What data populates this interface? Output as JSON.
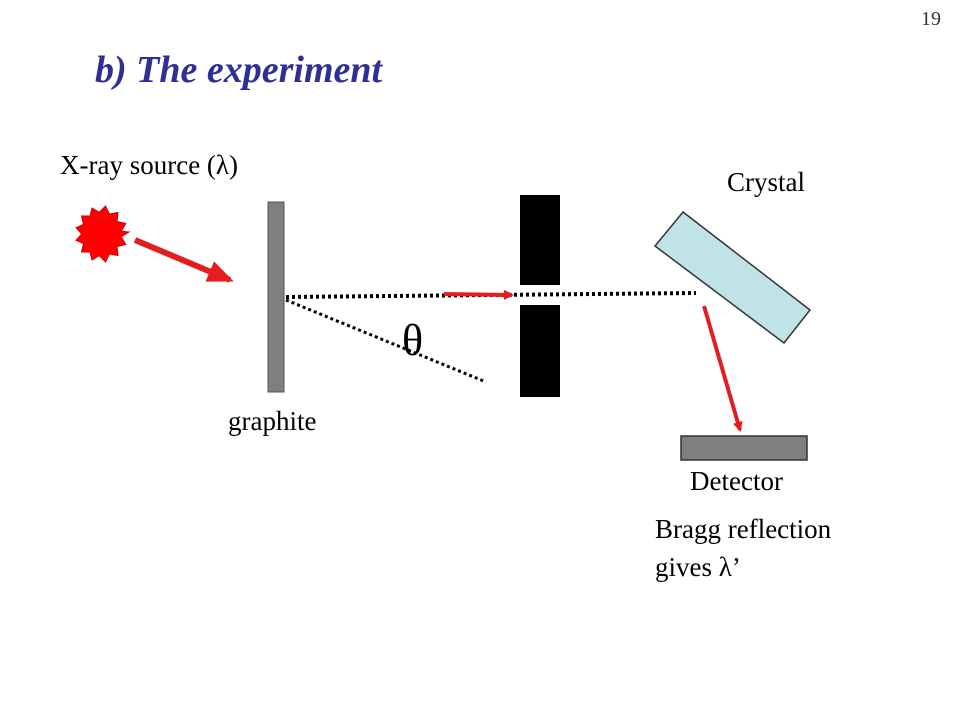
{
  "slide": {
    "page_number": "19",
    "title": "b) The experiment"
  },
  "labels": {
    "source": "X-ray source (λ)",
    "crystal": "Crystal",
    "graphite": "graphite",
    "detector": "Detector",
    "bragg_line1": "Bragg reflection",
    "bragg_line2": "gives λ’",
    "angle": "θ"
  },
  "colors": {
    "title": "#2e3192",
    "source": "#ff0000",
    "arrow": "#e41e1e",
    "crystal": "#bfe3e6",
    "graphite": "#7f7f7f",
    "collimator": "#000000",
    "detector": "#7f7f7f"
  }
}
